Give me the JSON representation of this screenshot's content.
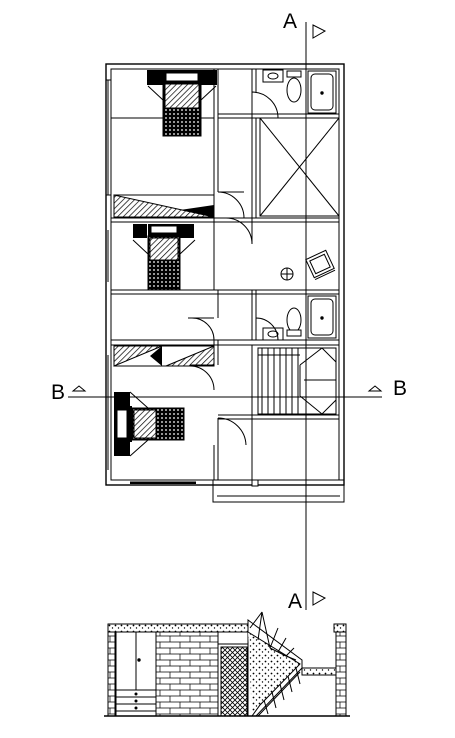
{
  "section_markers": {
    "a_top": "A",
    "a_bottom": "A",
    "b_left": "B",
    "b_right": "B"
  },
  "colors": {
    "line": "#000000",
    "background": "#ffffff",
    "stair_fill": "#2b2b2b"
  },
  "icons": [
    "section-arrow-icon",
    "bed-icon",
    "toilet-icon",
    "sink-icon",
    "shower-tray-icon",
    "chair-icon",
    "lamp-icon",
    "door-swing-icon",
    "stair-icon"
  ]
}
